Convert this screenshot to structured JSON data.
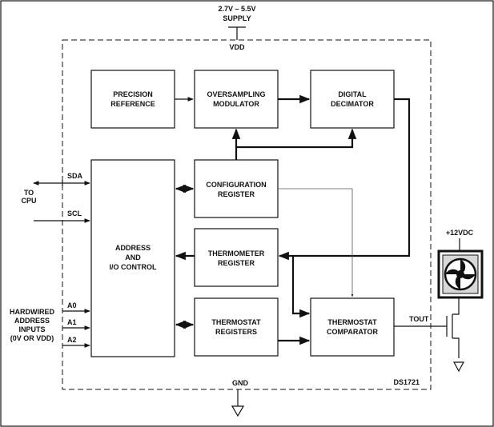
{
  "supply": {
    "voltage": "2.7V – 5.5V",
    "label": "SUPPLY",
    "vdd": "VDD"
  },
  "ground": "GND",
  "part_number": "DS1721",
  "blocks": {
    "precision_reference": [
      "PRECISION",
      "REFERENCE"
    ],
    "oversampling_modulator": [
      "OVERSAMPLING",
      "MODULATOR"
    ],
    "digital_decimator": [
      "DIGITAL",
      "DECIMATOR"
    ],
    "configuration_register": [
      "CONFIGURATION",
      "REGISTER"
    ],
    "address_io_control": [
      "ADDRESS",
      "AND",
      "I/O CONTROL"
    ],
    "thermometer_register": [
      "THERMOMETER",
      "REGISTER"
    ],
    "thermostat_registers": [
      "THERMOSTAT",
      "REGISTERS"
    ],
    "thermostat_comparator": [
      "THERMOSTAT",
      "COMPARATOR"
    ]
  },
  "pins": {
    "sda": "SDA",
    "scl": "SCL",
    "a0": "A0",
    "a1": "A1",
    "a2": "A2",
    "tout": "TOUT"
  },
  "external": {
    "to_cpu": [
      "TO",
      "CPU"
    ],
    "hardwired": [
      "HARDWIRED",
      "ADDRESS",
      "INPUTS",
      "(0V OR VDD)"
    ],
    "fan_supply": "+12VDC"
  },
  "colors": {
    "ink": "#111111",
    "fan_body": "#d8d8d8"
  }
}
